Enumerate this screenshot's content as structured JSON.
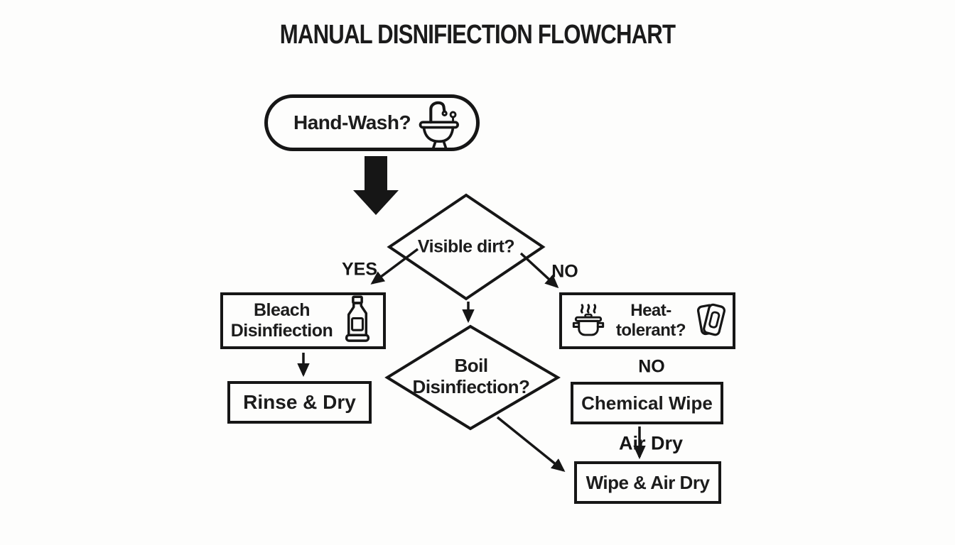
{
  "title": "MANUAL DISNIFIECTION FLOWCHART",
  "nodes": {
    "hand_wash": {
      "label": "Hand-Wash?",
      "icon": "sink-icon"
    },
    "visible_dirt": {
      "label": "Visible dirt?"
    },
    "bleach": {
      "line1": "Bleach",
      "line2": "Disinfiection",
      "icon": "bleach-bottle-icon"
    },
    "rinse_dry": {
      "label": "Rinse & Dry"
    },
    "heat_tolerant": {
      "line1": "Heat-",
      "line2": "tolerant?",
      "icons": [
        "pot-icon",
        "wipes-icon"
      ]
    },
    "boil": {
      "line1": "Boil",
      "line2": "Disinfiection?"
    },
    "chemical_wipe": {
      "label": "Chemical Wipe"
    },
    "wipe_air_dry": {
      "label": "Wipe & Air Dry"
    }
  },
  "labels": {
    "yes": "YES",
    "no_dirt": "NO",
    "no_heat": "NO",
    "air_dry": "Air Dry"
  },
  "colors": {
    "background": "#fdfdfc",
    "ink": "#161616"
  }
}
